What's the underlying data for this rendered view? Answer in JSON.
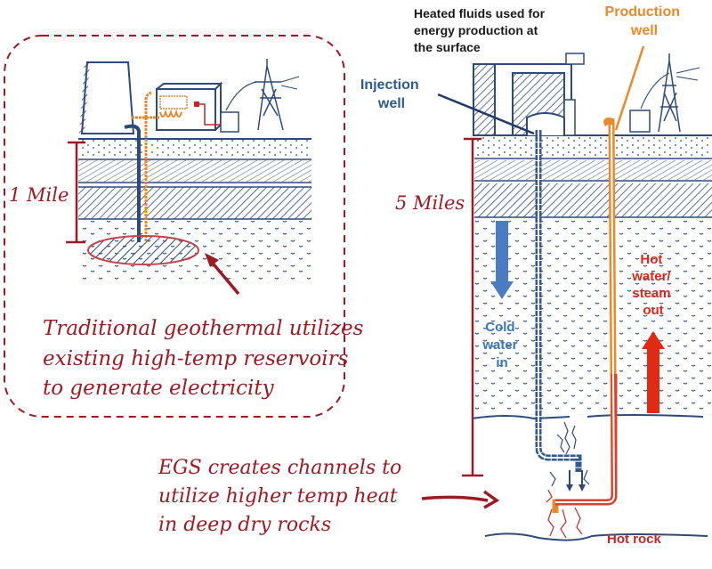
{
  "left_panel": {
    "scale_label": "1 Mile",
    "caption_lines": [
      "Traditional geothermal utilizes",
      "existing high-temp reservoirs",
      "to generate electricity"
    ]
  },
  "right_panel": {
    "surface_note_lines": [
      "Heated fluids used for",
      "energy production at",
      "the surface"
    ],
    "injection_label_lines": [
      "Injection",
      "well"
    ],
    "production_label_lines": [
      "Production",
      "well"
    ],
    "scale_label": "5 Miles",
    "cold_water_lines": [
      "Cold",
      "water",
      "in"
    ],
    "hot_water_lines": [
      "Hot",
      "water/",
      "steam",
      "out"
    ],
    "hot_rock_label": "Hot rock"
  },
  "egs_caption_lines": [
    "EGS creates channels to",
    "utilize  higher temp heat",
    "in deep dry rocks"
  ],
  "colors": {
    "sketch_blue": "#2e4a7a",
    "caption_red": "#9b1b24",
    "production_orange": "#e8892a",
    "injection_blue": "#2e5a8e",
    "cold_arrow_blue": "#4a7cc4",
    "hot_arrow_red": "#e02a12",
    "hot_text_red": "#d9261c"
  }
}
